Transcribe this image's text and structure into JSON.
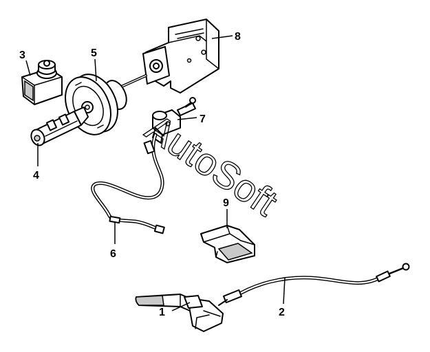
{
  "callouts": [
    "1",
    "2",
    "3",
    "4",
    "5",
    "6",
    "7",
    "8",
    "9"
  ],
  "watermark": "AutoSoft",
  "parts": [
    {
      "id": "1",
      "icon": "parking-brake-lever-icon"
    },
    {
      "id": "2",
      "icon": "parking-brake-cable-icon"
    },
    {
      "id": "3",
      "icon": "fluid-reservoir-icon"
    },
    {
      "id": "4",
      "icon": "master-cylinder-icon"
    },
    {
      "id": "5",
      "icon": "brake-booster-icon"
    },
    {
      "id": "6",
      "icon": "brake-line-icon"
    },
    {
      "id": "7",
      "icon": "clutch-master-cylinder-icon"
    },
    {
      "id": "8",
      "icon": "pedal-bracket-icon"
    },
    {
      "id": "9",
      "icon": "bracket-icon"
    }
  ]
}
